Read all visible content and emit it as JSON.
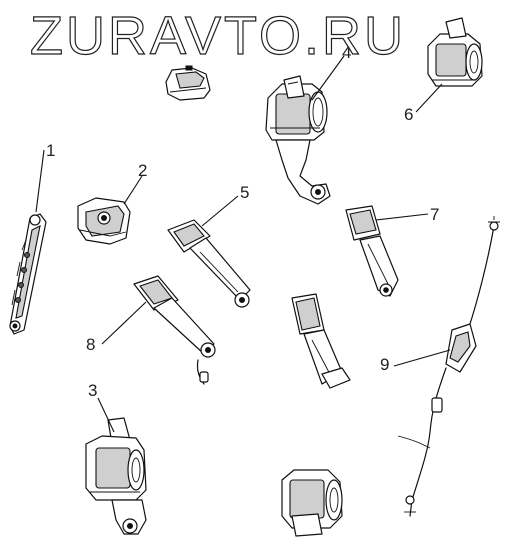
{
  "watermark": "ZURAVTO.RU",
  "parts": [
    {
      "label": "1"
    },
    {
      "label": "2"
    },
    {
      "label": "3"
    },
    {
      "label": "4"
    },
    {
      "label": "5"
    },
    {
      "label": "6"
    },
    {
      "label": "7"
    },
    {
      "label": "8"
    },
    {
      "label": "9"
    }
  ]
}
